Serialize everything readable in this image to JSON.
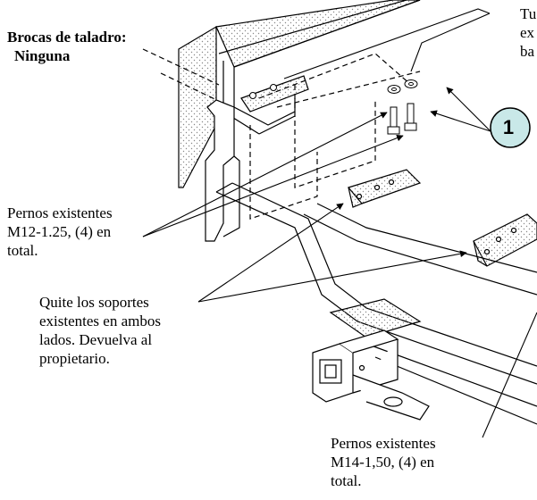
{
  "header": {
    "label": "Brocas de taladro:",
    "value": "Ninguna"
  },
  "callout": {
    "number": "1",
    "fill": "#c9e8e8"
  },
  "notes": {
    "top_right": "Tu\nex\nba",
    "bolts_upper": "Pernos existentes\nM12-1.25, (4) en\ntotal.",
    "brackets": "Quite los soportes\nexistentes en ambos\nlados. Devuelva al\npropietario.",
    "bolts_lower": "Pernos existentes\nM14-1,50, (4) en\ntotal."
  },
  "colors": {
    "line": "#000000",
    "stipple": "#888888",
    "background": "#ffffff"
  }
}
